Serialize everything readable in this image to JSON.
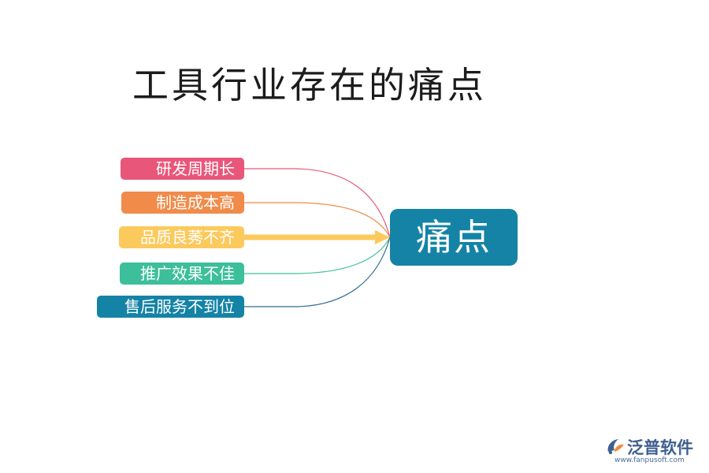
{
  "title": "工具行业存在的痛点",
  "center": {
    "label": "痛点",
    "color": "#1483a6"
  },
  "items": [
    {
      "label": "研发周期长",
      "color": "#e8577a"
    },
    {
      "label": "制造成本高",
      "color": "#f08b4a"
    },
    {
      "label": "品质良莠不齐",
      "color": "#fcc95c"
    },
    {
      "label": "推广效果不佳",
      "color": "#3cbf9a"
    },
    {
      "label": "售后服务不到位",
      "color": "#1483a6"
    }
  ],
  "logo": {
    "name": "泛普软件",
    "url": "www.fanpusoft.com"
  }
}
